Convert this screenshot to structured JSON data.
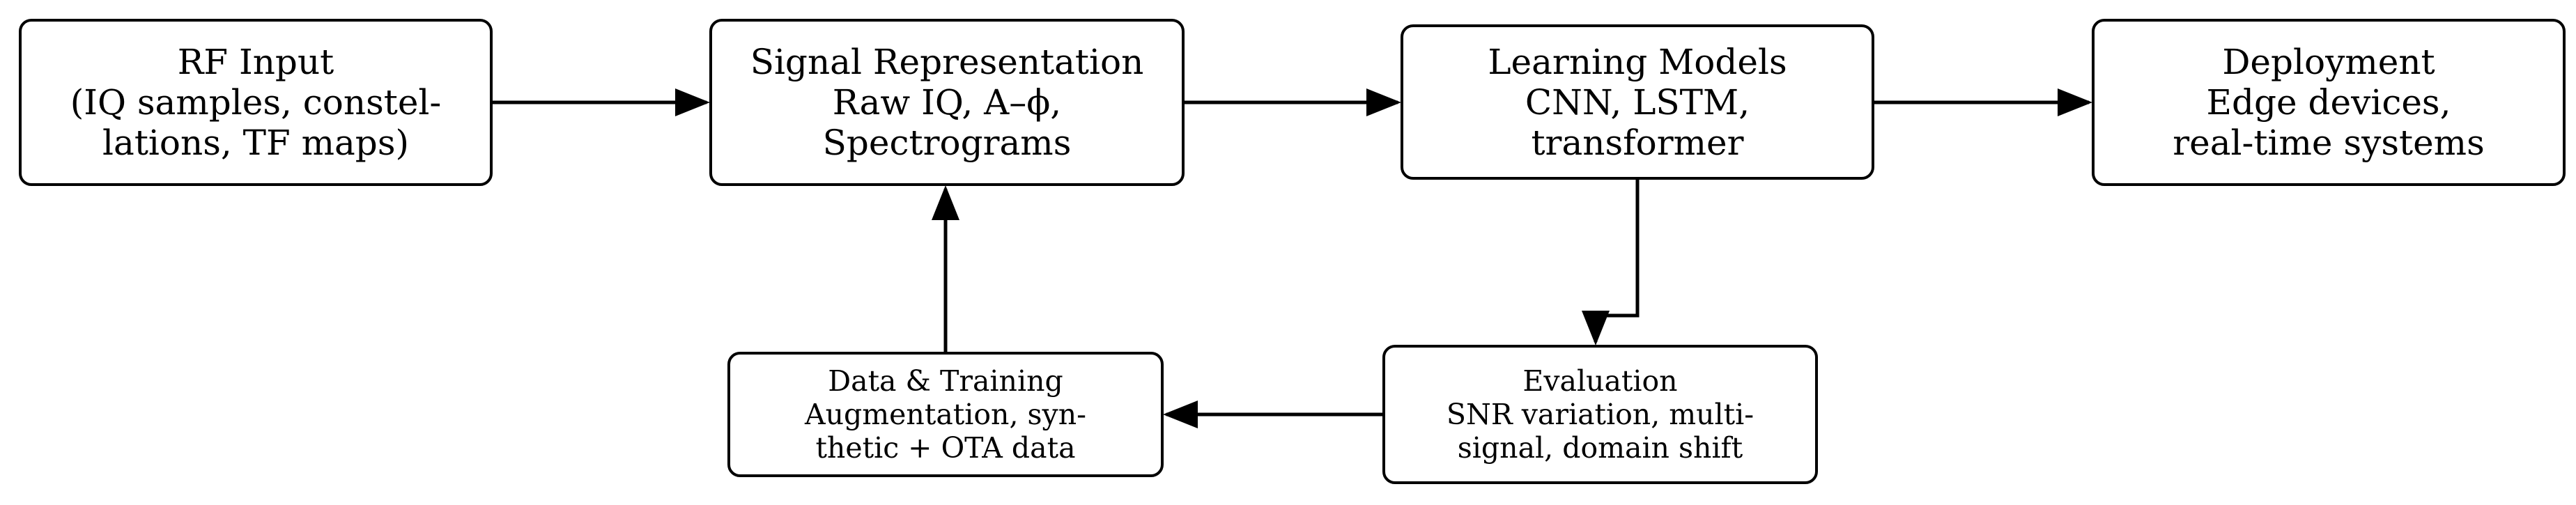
{
  "diagram": {
    "nodes": {
      "rf_input": {
        "title": "RF Input",
        "lines": [
          "(IQ samples, constel-",
          "lations, TF maps)"
        ]
      },
      "signal_representation": {
        "title": "Signal Representation",
        "lines": [
          "Raw IQ, A–ϕ,",
          "Spectrograms"
        ]
      },
      "learning_models": {
        "title": "Learning Models",
        "lines": [
          "CNN, LSTM,",
          "transformer"
        ]
      },
      "deployment": {
        "title": "Deployment",
        "lines": [
          "Edge devices,",
          "real-time systems"
        ]
      },
      "data_training": {
        "title": "Data & Training",
        "lines": [
          "Augmentation, syn-",
          "thetic + OTA data"
        ]
      },
      "evaluation": {
        "title": "Evaluation",
        "lines": [
          "SNR variation, multi-",
          "signal, domain shift"
        ]
      }
    },
    "edges": [
      {
        "from": "rf_input",
        "to": "signal_representation"
      },
      {
        "from": "signal_representation",
        "to": "learning_models"
      },
      {
        "from": "learning_models",
        "to": "deployment"
      },
      {
        "from": "learning_models",
        "to": "evaluation"
      },
      {
        "from": "evaluation",
        "to": "data_training"
      },
      {
        "from": "data_training",
        "to": "signal_representation"
      }
    ],
    "colors": {
      "stroke": "#000000",
      "fill": "#ffffff"
    }
  }
}
